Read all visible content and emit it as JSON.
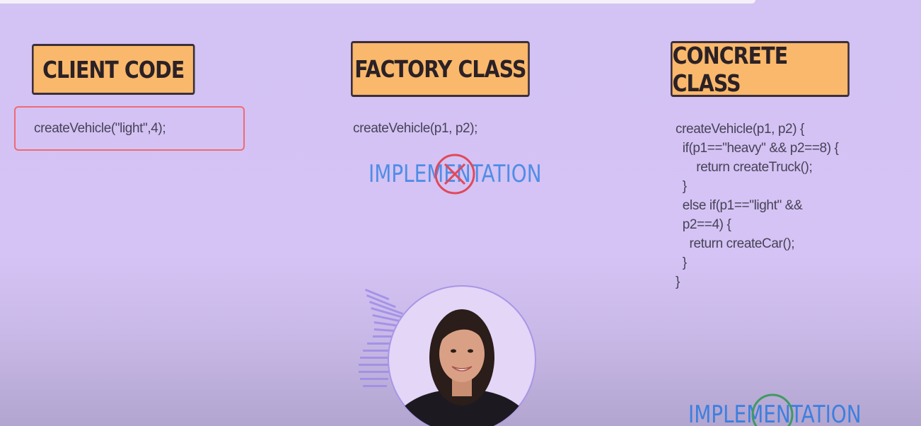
{
  "columns": {
    "client": {
      "header": "CLIENT CODE",
      "call": "createVehicle(\"light\",4);"
    },
    "factory": {
      "header": "FACTORY CLASS",
      "call": "createVehicle(p1, p2);",
      "implementation_label": "IMPLEMENTATION",
      "implementation_status_icon": "cross-icon"
    },
    "concrete": {
      "header": "CONCRETE CLASS",
      "code_lines": [
        "createVehicle(p1, p2) {",
        "  if(p1==\"heavy\" && p2==8) {",
        "      return createTruck();",
        "  }",
        "  else if(p1==\"light\" &&",
        "  p2==4) {",
        "    return createCar();",
        "  }",
        "}"
      ],
      "implementation_label": "IMPLEMENTATION",
      "implementation_status_icon": "check-ring-icon"
    }
  },
  "colors": {
    "background": "#d3c2f4",
    "header_fill": "#f9b86b",
    "header_border": "#3b2f3a",
    "highlight_border": "#ef6a75",
    "implementation_text": "#4f8de6",
    "cross_mark": "#e2485a",
    "check_ring": "#3f9a63"
  },
  "presenter": {
    "icon": "presenter-avatar"
  }
}
